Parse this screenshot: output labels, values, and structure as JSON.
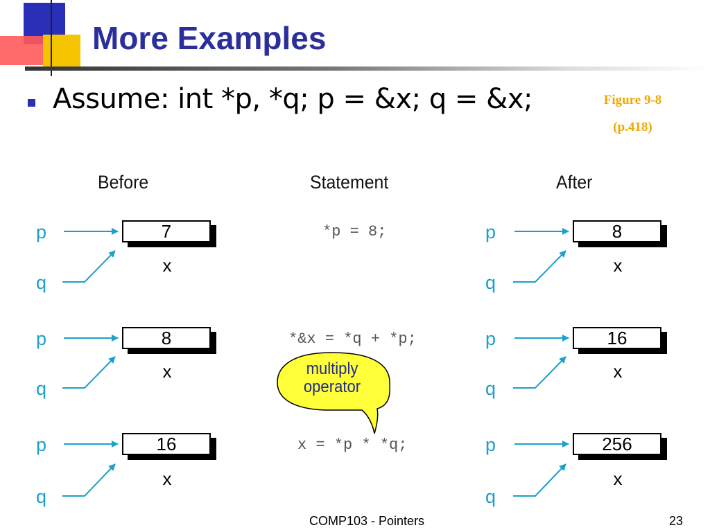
{
  "slide": {
    "title": "More Examples",
    "bullet_text": "Assume: int *p, *q; p = &x; q = &x;",
    "figure_ref_line1": "Figure 9-8",
    "figure_ref_line2": "(p.418)",
    "footer_text": "COMP103 - Pointers",
    "page_number": "23"
  },
  "diagram": {
    "headers": {
      "before": "Before",
      "statement": "Statement",
      "after": "After"
    },
    "var_labels": {
      "p": "p",
      "q": "q",
      "x": "x"
    },
    "rows": [
      {
        "before_value": "7",
        "statement": "*p = 8;",
        "after_value": "8"
      },
      {
        "before_value": "8",
        "statement": "*&x = *q + *p;",
        "after_value": "16"
      },
      {
        "before_value": "16",
        "statement": "x = *p * *q;",
        "after_value": "256"
      }
    ],
    "callout": {
      "line1": "multiply",
      "line2": "operator"
    }
  },
  "colors": {
    "title": "#2b2f9c",
    "figure_ref": "#f0a800",
    "variable_label": "#1aa0cc",
    "arrow": "#1aa0cc",
    "callout_fill": "#ffff3a",
    "callout_text": "#1e2a88"
  }
}
